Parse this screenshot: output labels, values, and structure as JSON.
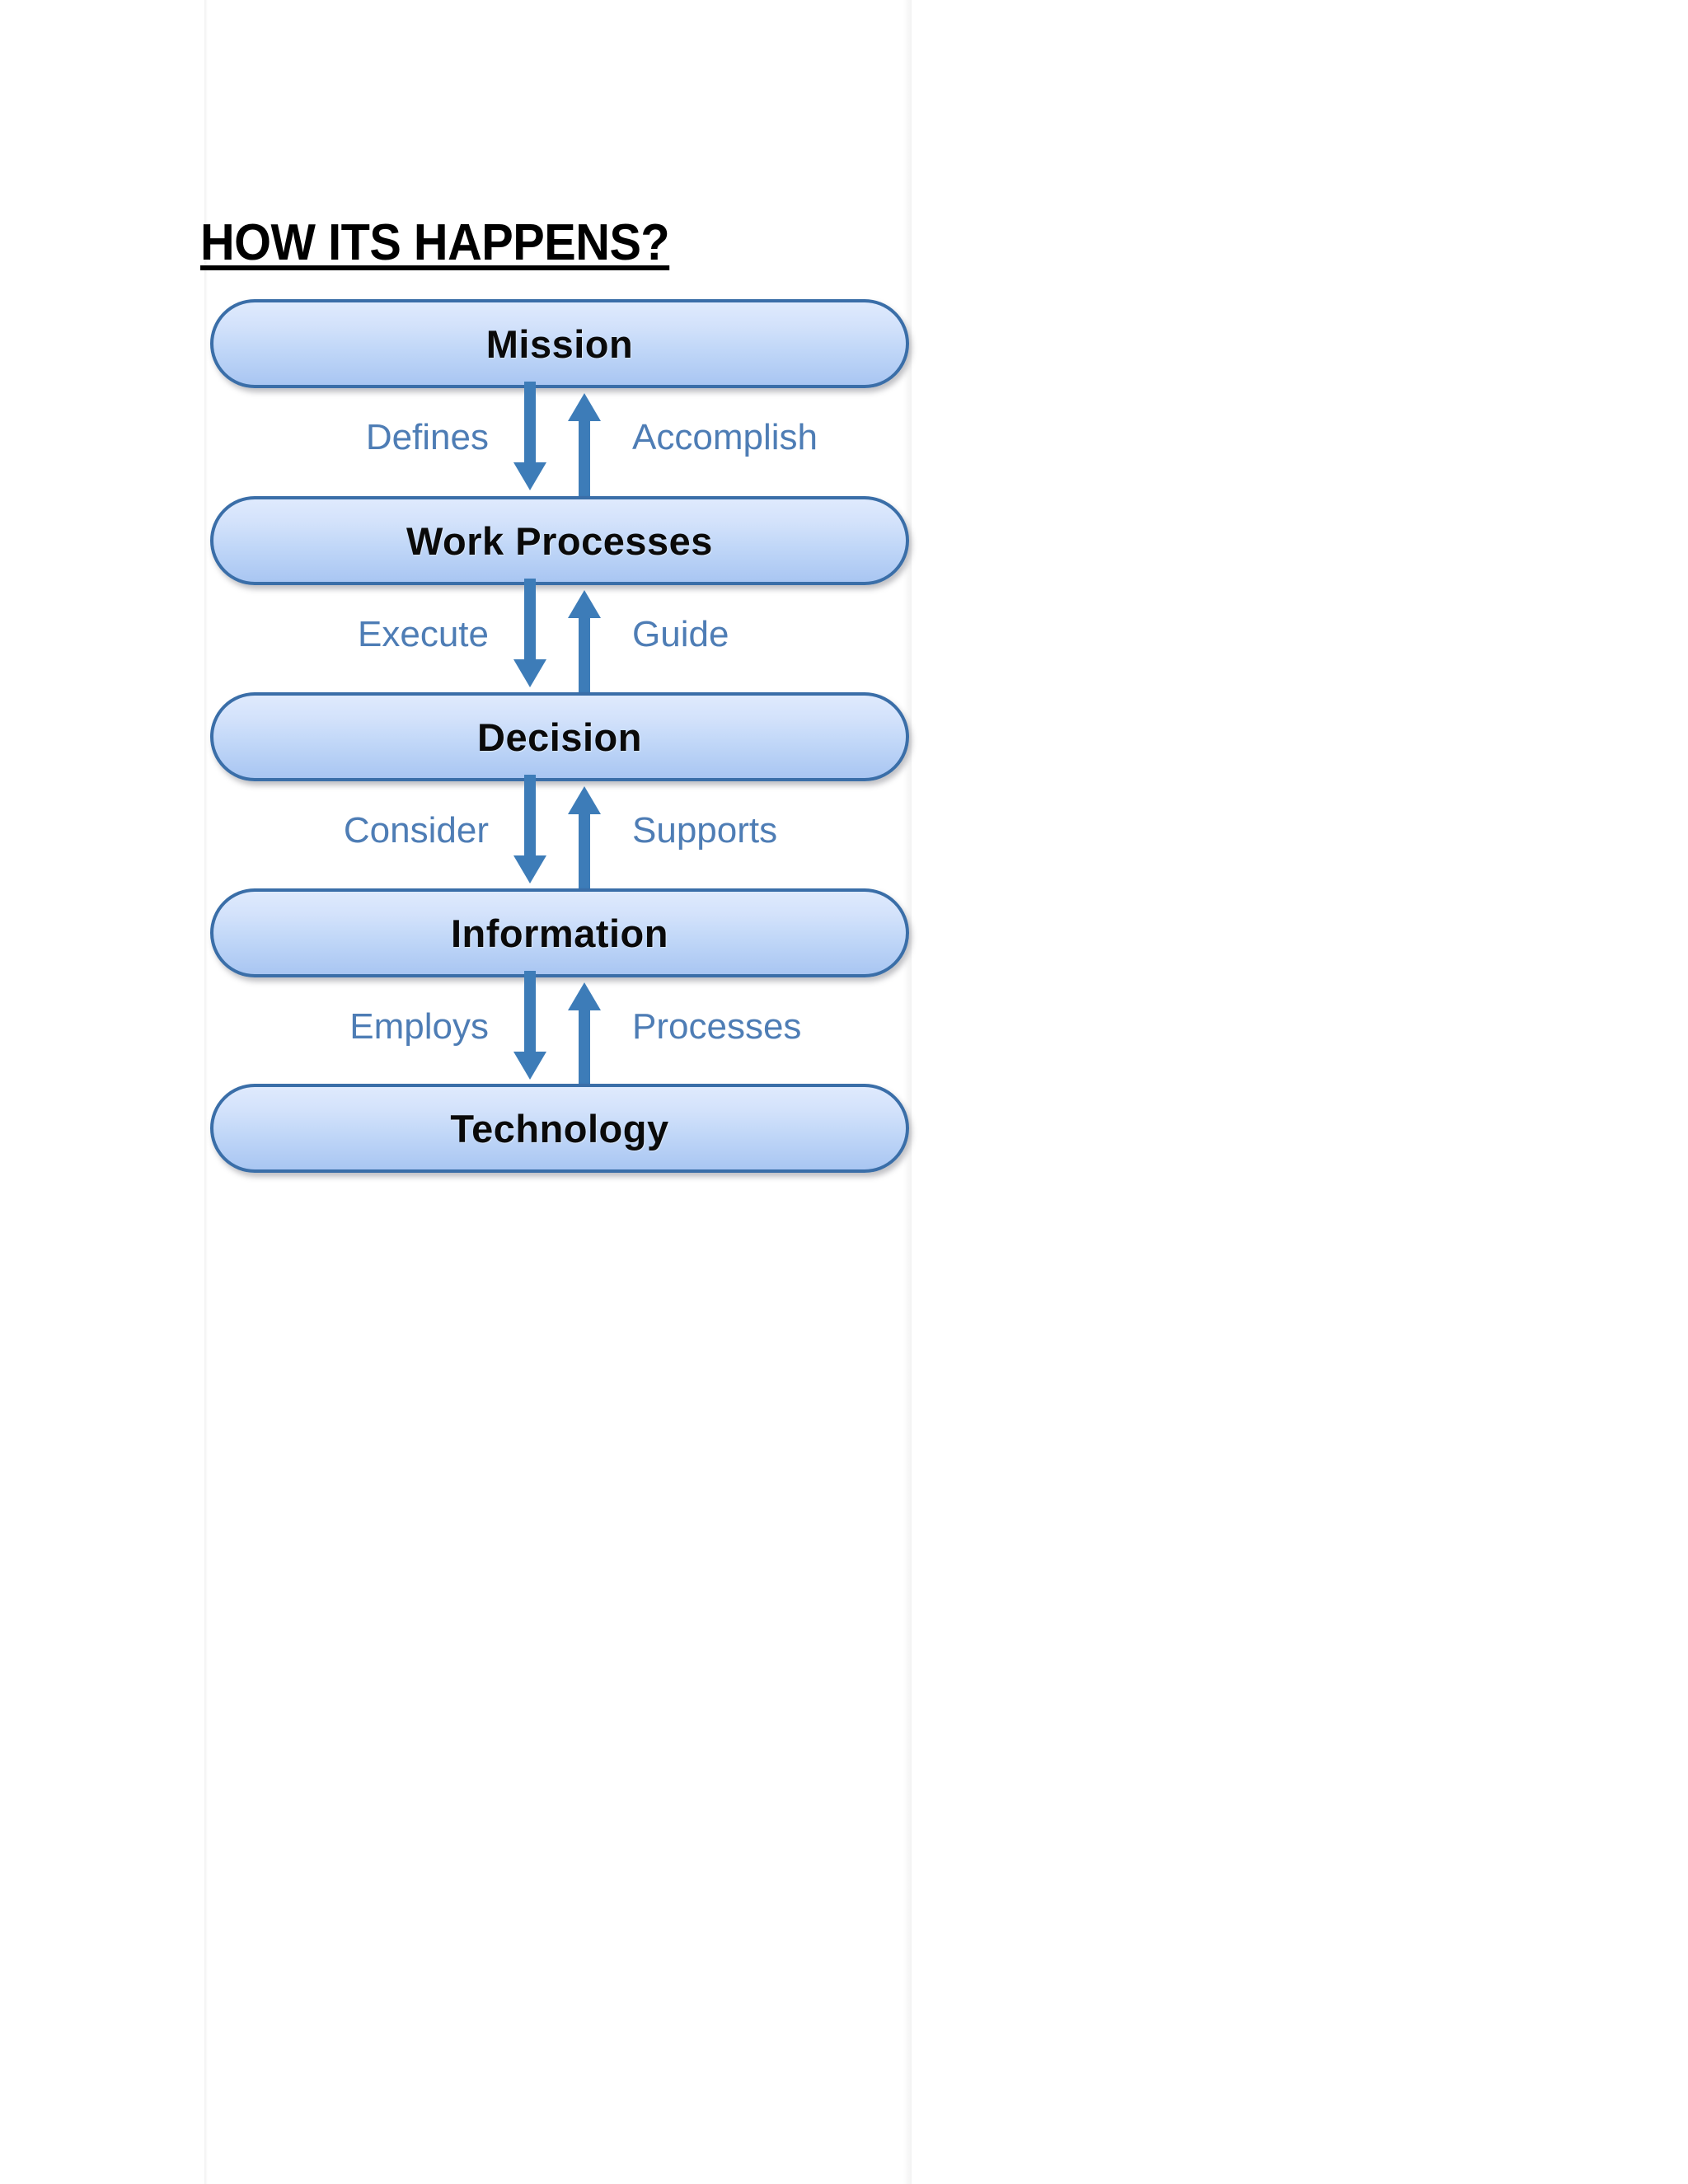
{
  "page": {
    "title": "HOW ITS HAPPENS?",
    "background_color": "#ffffff"
  },
  "colors": {
    "node_border": "#3a6ea8",
    "node_fill_top": "#dfeafd",
    "node_fill_bottom": "#a9c6f2",
    "node_text": "#0a0a0a",
    "arrow": "#3d7cb8",
    "edge_label_text": "#4e7db5",
    "title_text": "#000000"
  },
  "diagram": {
    "name": "mission-technology-hierarchy",
    "nodes": [
      {
        "id": "mission",
        "label": "Mission"
      },
      {
        "id": "work-processes",
        "label": "Work Processes"
      },
      {
        "id": "decision",
        "label": "Decision"
      },
      {
        "id": "information",
        "label": "Information"
      },
      {
        "id": "technology",
        "label": "Technology"
      }
    ],
    "edges": [
      {
        "from": "mission",
        "to": "work-processes",
        "down_label": "Defines",
        "up_label": "Accomplish",
        "down_icon": "arrow-down-icon",
        "up_icon": "arrow-up-icon"
      },
      {
        "from": "work-processes",
        "to": "decision",
        "down_label": "Execute",
        "up_label": "Guide",
        "down_icon": "arrow-down-icon",
        "up_icon": "arrow-up-icon"
      },
      {
        "from": "decision",
        "to": "information",
        "down_label": "Consider",
        "up_label": "Supports",
        "down_icon": "arrow-down-icon",
        "up_icon": "arrow-up-icon"
      },
      {
        "from": "information",
        "to": "technology",
        "down_label": "Employs",
        "up_label": "Processes",
        "down_icon": "arrow-down-icon",
        "up_icon": "arrow-up-icon"
      }
    ]
  }
}
